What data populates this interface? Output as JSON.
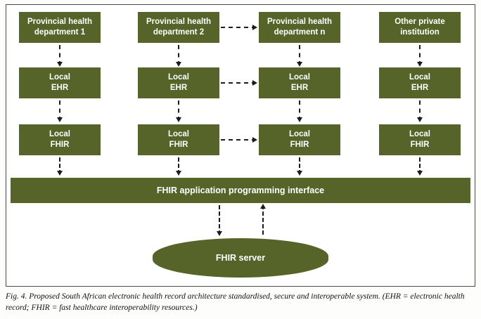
{
  "diagram": {
    "columns": [
      {
        "dept": [
          "Provincial health",
          "department 1"
        ],
        "ehr": [
          "Local",
          "EHR"
        ],
        "fhir": [
          "Local",
          "FHIR"
        ]
      },
      {
        "dept": [
          "Provincial health",
          "department 2"
        ],
        "ehr": [
          "Local",
          "EHR"
        ],
        "fhir": [
          "Local",
          "FHIR"
        ]
      },
      {
        "dept": [
          "Provincial health",
          "department n"
        ],
        "ehr": [
          "Local",
          "EHR"
        ],
        "fhir": [
          "Local",
          "FHIR"
        ]
      },
      {
        "dept": [
          "Other private",
          "institution"
        ],
        "ehr": [
          "Local",
          "EHR"
        ],
        "fhir": [
          "Local",
          "FHIR"
        ]
      }
    ],
    "api_label": "FHIR application programming interface",
    "server_label": "FHIR server",
    "colors": {
      "box_fill": "#566429",
      "box_text": "#ffffff",
      "arrow": "#1c1c1c"
    }
  },
  "caption": "Fig. 4. Proposed South African electronic health record architecture standardised, secure and interoperable system. (EHR = electronic health record; FHIR = fast healthcare interoperability resources.)"
}
